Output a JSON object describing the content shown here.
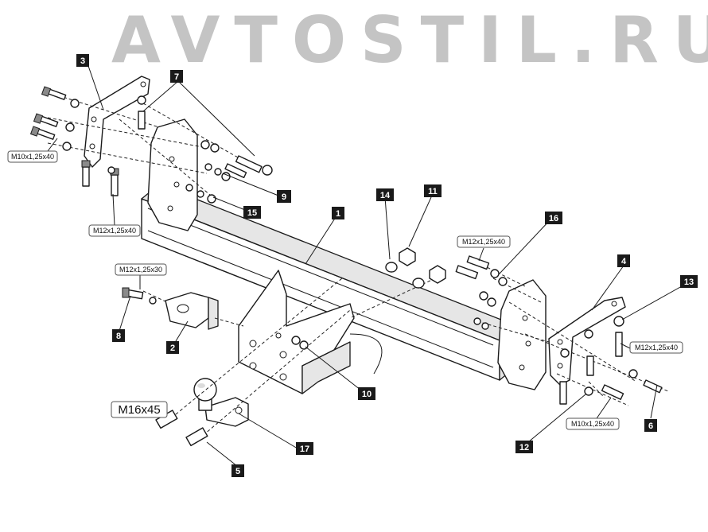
{
  "watermark": "AVTOSTIL.RU",
  "part_tags": [
    "1",
    "2",
    "3",
    "4",
    "5",
    "6",
    "7",
    "8",
    "9",
    "10",
    "11",
    "12",
    "13",
    "14",
    "15",
    "16",
    "17"
  ],
  "bolt_labels": {
    "top_left_bracket": "M10x1,25x40",
    "left_bracket_bottom": "M12x1,25x40",
    "bracket_2_bolt": "M12x1,25x30",
    "right_bracket_top": "M12x1,25x40",
    "right_bracket_side": "M12x1,25x40",
    "right_bracket_bottom": "M10x1,25x40",
    "ball_bolt": "M16x45"
  }
}
